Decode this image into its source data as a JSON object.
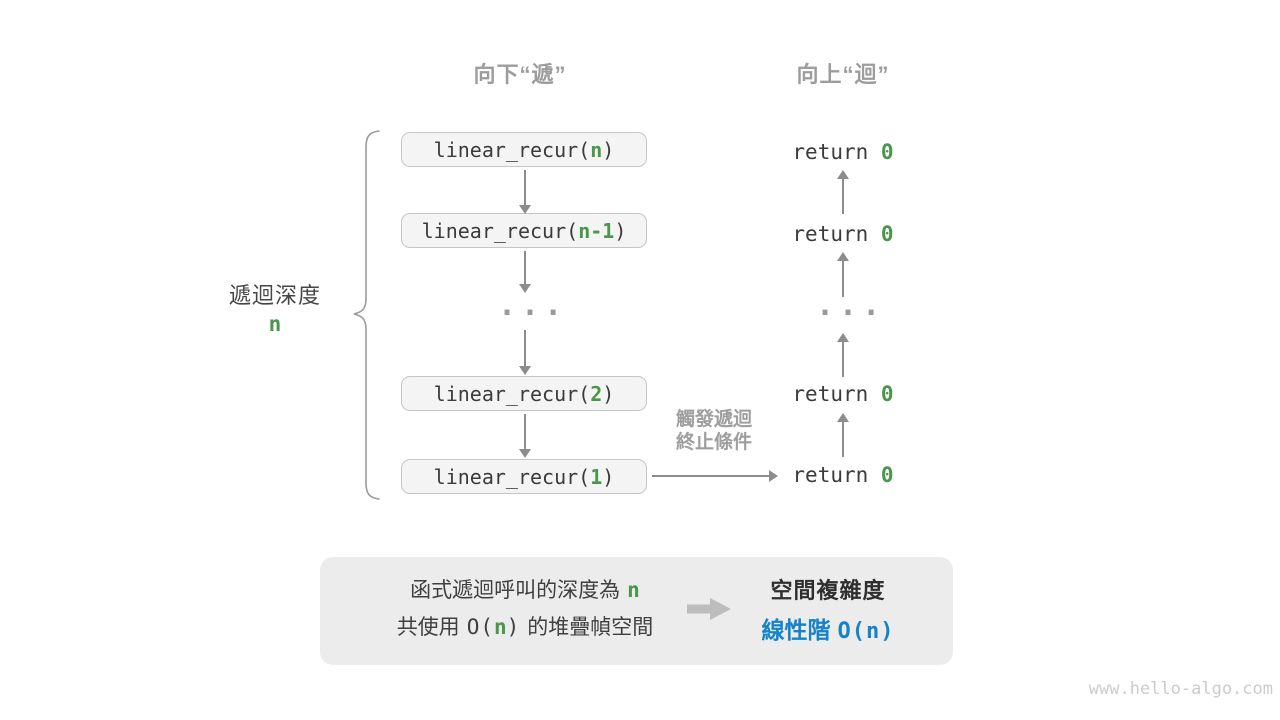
{
  "headers": {
    "descend": "向下“遞”",
    "ascend": "向上“迴”"
  },
  "depth_label": {
    "text": "遞迴深度",
    "value": "n"
  },
  "call_stack": {
    "boxes": [
      {
        "pre": "linear_recur(",
        "arg": "n",
        "post": ")"
      },
      {
        "pre": "linear_recur(",
        "arg": "n-1",
        "post": ")"
      },
      {
        "pre": "linear_recur(",
        "arg": "2",
        "post": ")"
      },
      {
        "pre": "linear_recur(",
        "arg": "1",
        "post": ")"
      }
    ],
    "ellipsis": "..."
  },
  "returns": {
    "items": [
      {
        "pre": "return",
        "value": "0"
      },
      {
        "pre": "return",
        "value": "0"
      },
      {
        "pre": "return",
        "value": "0"
      },
      {
        "pre": "return",
        "value": "0"
      }
    ],
    "ellipsis": "..."
  },
  "base_case_label": {
    "line1": "觸發遞迴",
    "line2": "終止條件"
  },
  "summary": {
    "line1_text": "函式遞迴呼叫的深度為",
    "line1_value": "n",
    "line2_pre": "共使用",
    "line2_code_open": "O(",
    "line2_code_value": "n",
    "line2_code_close": ")",
    "line2_post": "的堆疊幀空間",
    "right_title": "空間複雜度",
    "right_value_text": "線性階",
    "right_value_code": "O(n)"
  },
  "watermark": "www.hello-algo.com",
  "colors": {
    "accent_green": "#4a964a",
    "accent_blue": "#1583c9",
    "arrow_gray": "#8c8c8c",
    "label_gray": "#9d9d9d",
    "box_fill": "#f4f4f4",
    "panel_fill": "#ececec"
  }
}
